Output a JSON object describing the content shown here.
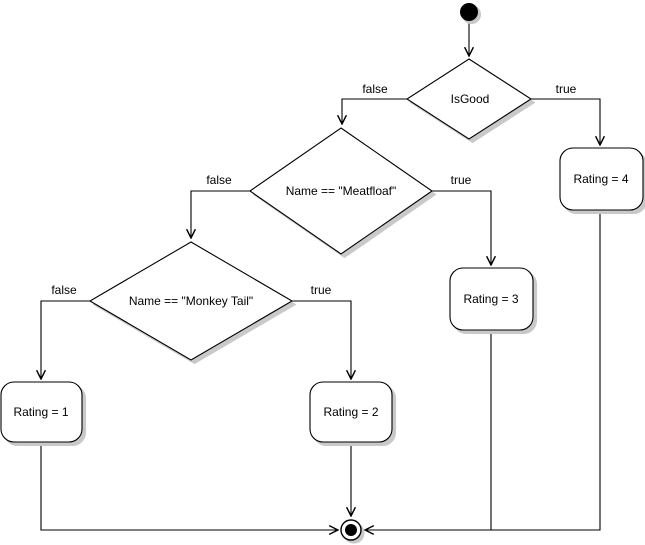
{
  "diagram": {
    "type": "uml-activity-flowchart",
    "nodes": {
      "decision_isgood": {
        "label": "IsGood"
      },
      "decision_meatfloaf": {
        "label": "Name == \"Meatfloaf\""
      },
      "decision_monkeytail": {
        "label": "Name == \"Monkey Tail\""
      },
      "action_rating4": {
        "label": "Rating = 4"
      },
      "action_rating3": {
        "label": "Rating = 3"
      },
      "action_rating2": {
        "label": "Rating = 2"
      },
      "action_rating1": {
        "label": "Rating = 1"
      }
    },
    "edge_labels": {
      "isgood_false": "false",
      "isgood_true": "true",
      "meatfloaf_false": "false",
      "meatfloaf_true": "true",
      "monkeytail_false": "false",
      "monkeytail_true": "true"
    },
    "colors": {
      "stroke": "#000000",
      "node_fill": "#ffffff",
      "shadow": "#c9c9c9",
      "background": "#ffffff",
      "text": "#000000"
    }
  }
}
